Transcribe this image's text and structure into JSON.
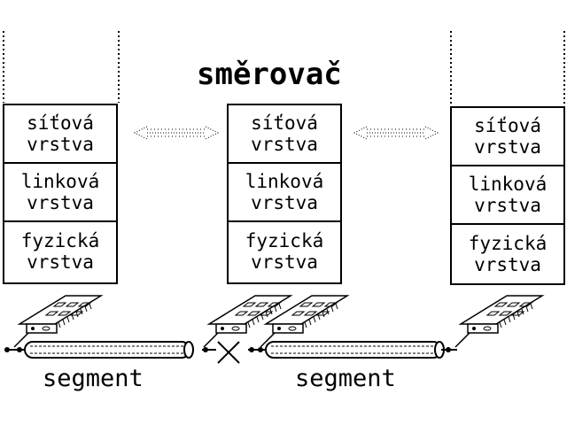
{
  "title": "směrovač",
  "stacks": {
    "left": {
      "layers": [
        {
          "l1": "síťová",
          "l2": "vrstva"
        },
        {
          "l1": "linková",
          "l2": "vrstva"
        },
        {
          "l1": "fyzická",
          "l2": "vrstva"
        }
      ]
    },
    "middle": {
      "layers": [
        {
          "l1": "síťová",
          "l2": "vrstva"
        },
        {
          "l1": "linková",
          "l2": "vrstva"
        },
        {
          "l1": "fyzická",
          "l2": "vrstva"
        }
      ]
    },
    "right": {
      "layers": [
        {
          "l1": "síťová",
          "l2": "vrstva"
        },
        {
          "l1": "linková",
          "l2": "vrstva"
        },
        {
          "l1": "fyzická",
          "l2": "vrstva"
        }
      ]
    }
  },
  "segments": [
    {
      "label": "segment"
    },
    {
      "label": "segment"
    }
  ],
  "icons": [
    "network-card-icon",
    "coax-cable-icon",
    "double-arrow-icon",
    "cross-icon"
  ]
}
